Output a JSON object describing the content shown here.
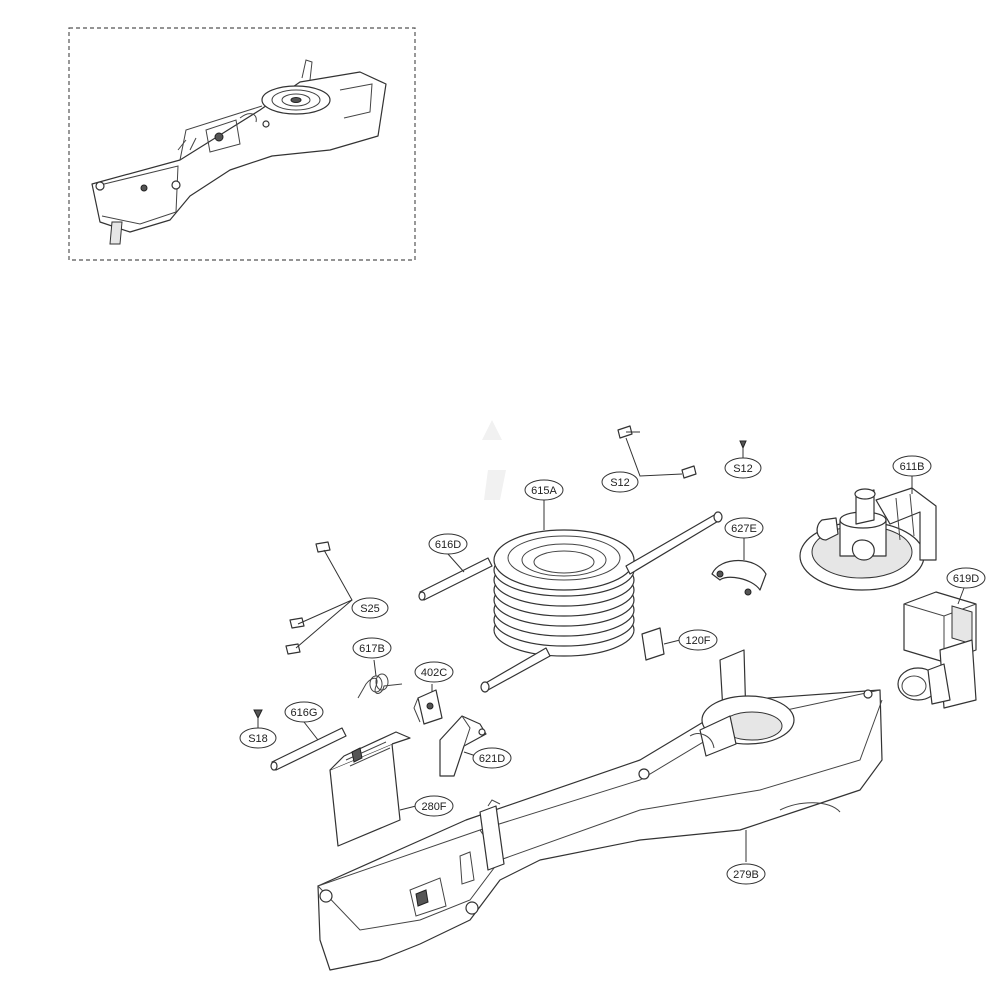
{
  "labels": {
    "s12_a": "S12",
    "s12_b": "S12",
    "l611b": "611B",
    "l615a": "615A",
    "l627e": "627E",
    "l616d": "616D",
    "l619d": "619D",
    "s25": "S25",
    "l120f": "120F",
    "l617b": "617B",
    "l402c": "402C",
    "l616g": "616G",
    "s18": "S18",
    "l621d": "621D",
    "l280f": "280F",
    "l279b": "279B"
  },
  "colors": {
    "line": "#333333",
    "fill": "#ffffff",
    "inset_border": "#555555"
  }
}
